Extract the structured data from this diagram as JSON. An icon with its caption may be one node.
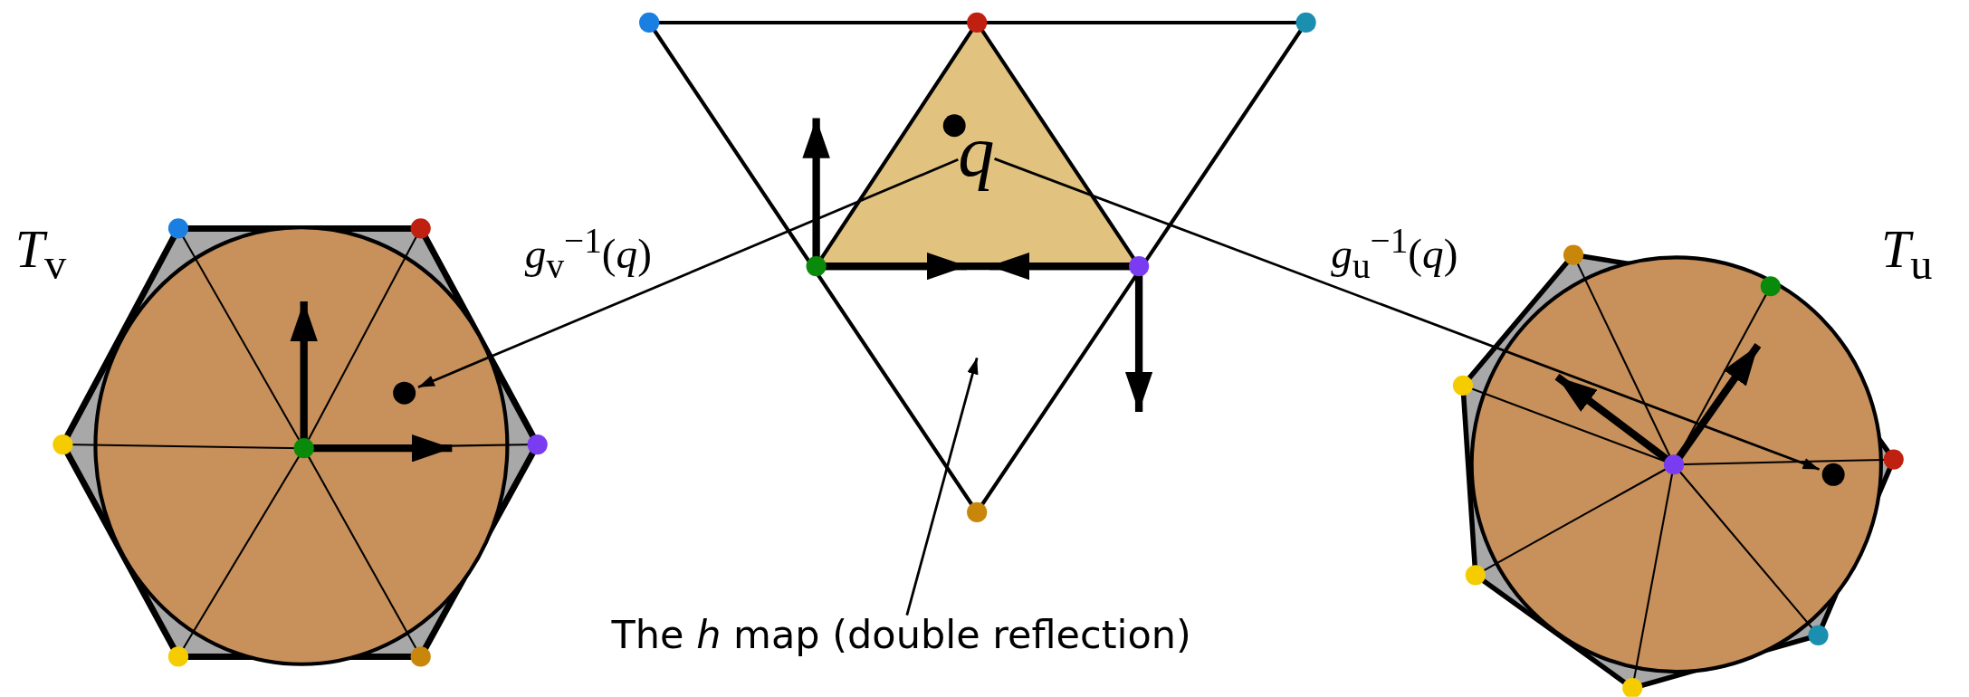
{
  "diagram": {
    "nodes": [
      {
        "text": [
          "*q*"
        ]
      },
      {
        "text": [],
        "shape": "circle"
      },
      {
        "text": [],
        "shape": "circle"
      },
      {
        "text": [
          "The *h* map (double reflection)"
        ]
      }
    ],
    "edges": [
      {
        "from": 0,
        "to": 1,
        "arrow": "to",
        "label": "*g*$_{v}$$^{−1}$(*q*)"
      },
      {
        "from": 0,
        "to": 2,
        "arrow": "to",
        "label": "*g*$_{u}$$^{−1}$(*q*)"
      },
      {
        "from": 3,
        "to": null,
        "arrow": "to"
      }
    ],
    "labels": [
      "*T*$_{v}$",
      "*T*$_{u}$"
    ]
  }
}
